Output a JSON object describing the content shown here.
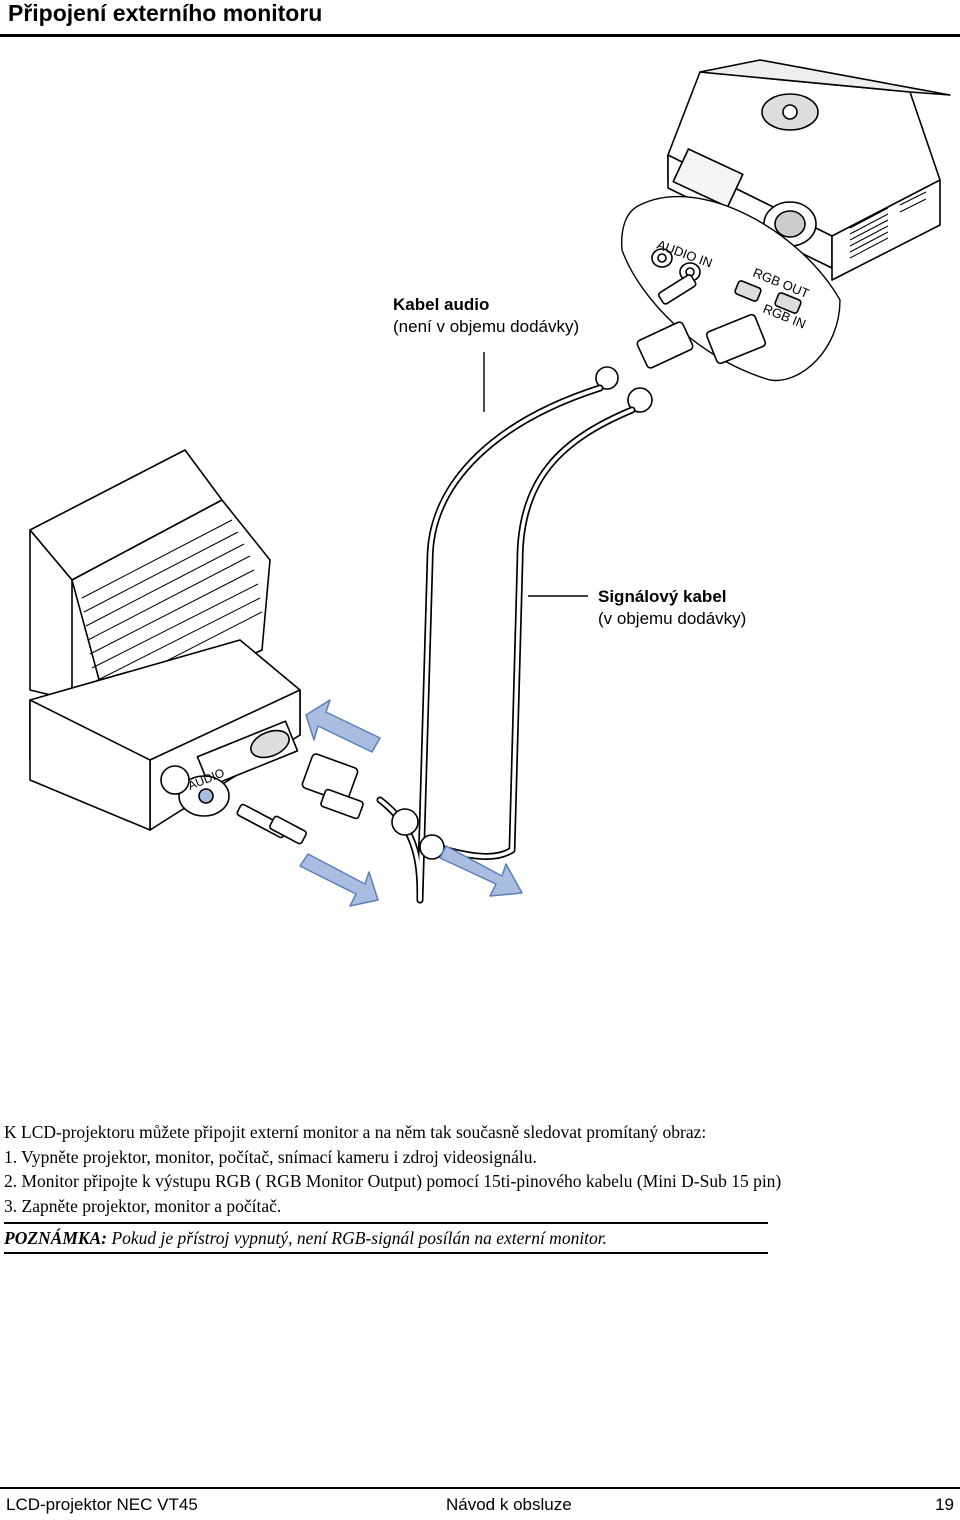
{
  "page": {
    "title": "Připojení externího monitoru"
  },
  "figure": {
    "audio_cable_label": {
      "title": "Kabel audio",
      "subtitle": "(není v objemu dodávky)"
    },
    "signal_cable_label": {
      "title": "Signálový kabel",
      "subtitle": "(v objemu dodávky)"
    },
    "port_labels": {
      "audio_in": "AUDIO IN",
      "rgb_out": "RGB OUT",
      "rgb_in": "RGB IN",
      "monitor_audio": "AUDIO"
    }
  },
  "body": {
    "intro": "K LCD-projektoru můžete připojit externí monitor a na něm tak současně sledovat promítaný obraz:",
    "steps": [
      "1. Vypněte projektor, monitor, počítač, snímací kameru i zdroj videosignálu.",
      "2. Monitor připojte k výstupu RGB ( RGB Monitor Output) pomocí 15ti-pinového kabelu (Mini D-Sub 15 pin)",
      "3. Zapněte projektor, monitor a počítač."
    ],
    "note_label": "POZNÁMKA:",
    "note_text": " Pokud je přístroj vypnutý, není RGB-signál posílán na externí monitor."
  },
  "footer": {
    "left": "LCD-projektor NEC VT45",
    "center": "Návod k obsluze",
    "page_number": "19"
  },
  "colors": {
    "arrow_fill": "#a9bde0",
    "arrow_stroke": "#5d7fb8"
  }
}
